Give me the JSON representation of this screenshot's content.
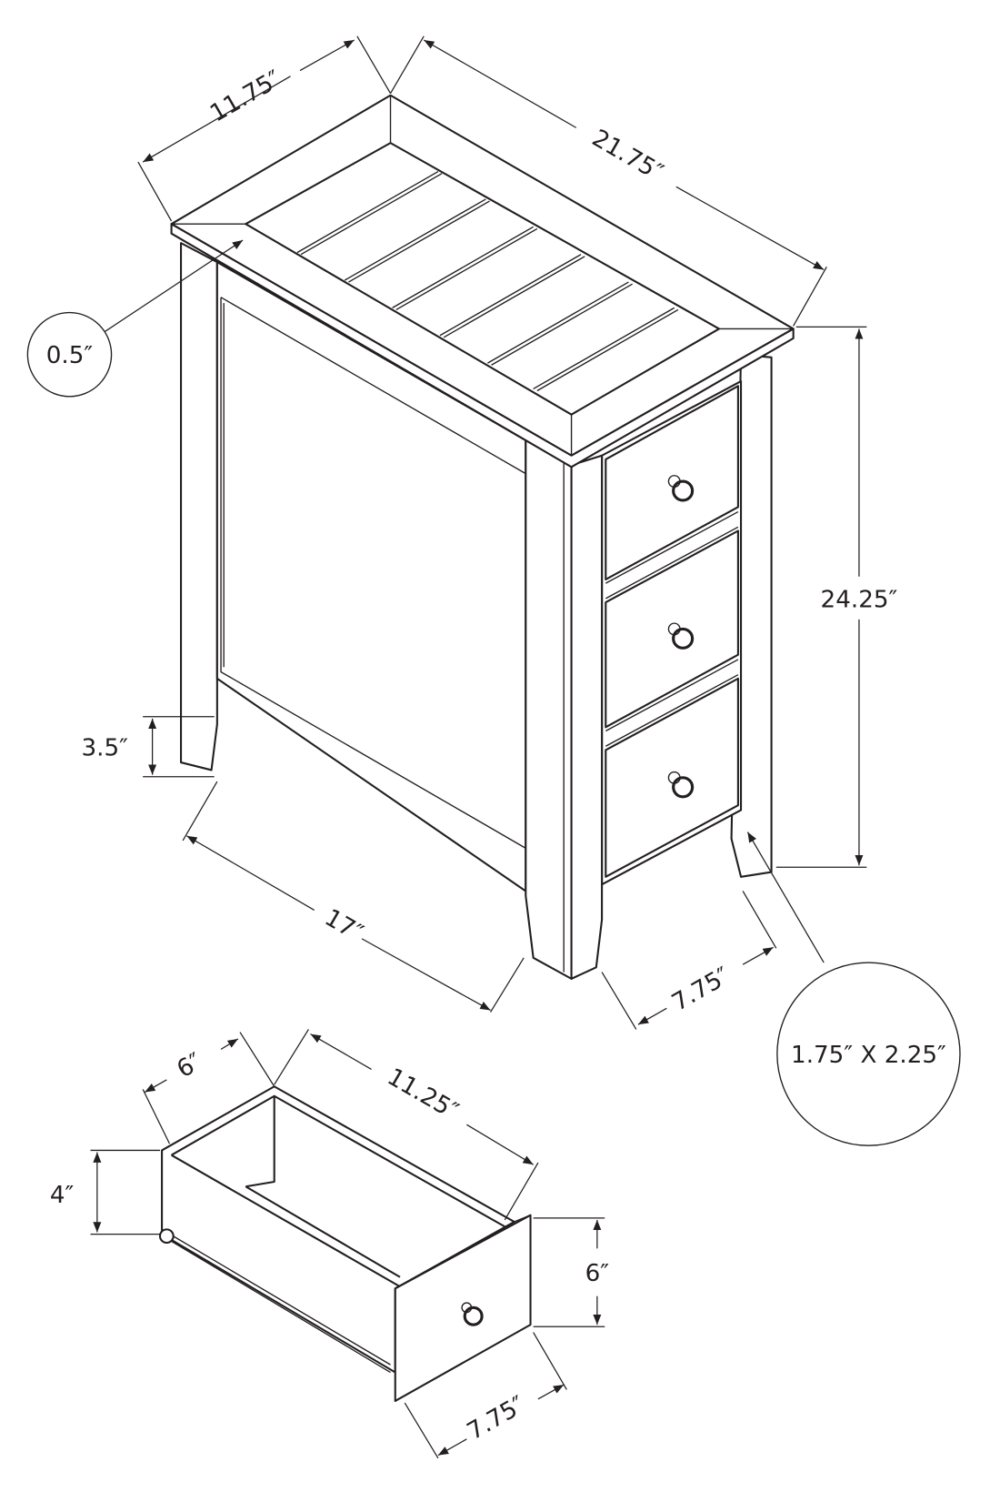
{
  "title": "Accent side table dimension diagram",
  "dimensions": {
    "top_depth": "11.75″",
    "top_width": "21.75″",
    "top_thickness": "0.5″",
    "height": "24.25″",
    "leg_height": "3.5″",
    "side_length": "17″",
    "front_width": "7.75″",
    "leg_size": "1.75″ X 2.25″"
  },
  "drawer": {
    "depth": "6″",
    "length": "11.25″",
    "inner_height": "4″",
    "front_height": "6″",
    "front_width": "7.75″"
  },
  "colors": {
    "line": "#231f20",
    "background": "#ffffff"
  }
}
